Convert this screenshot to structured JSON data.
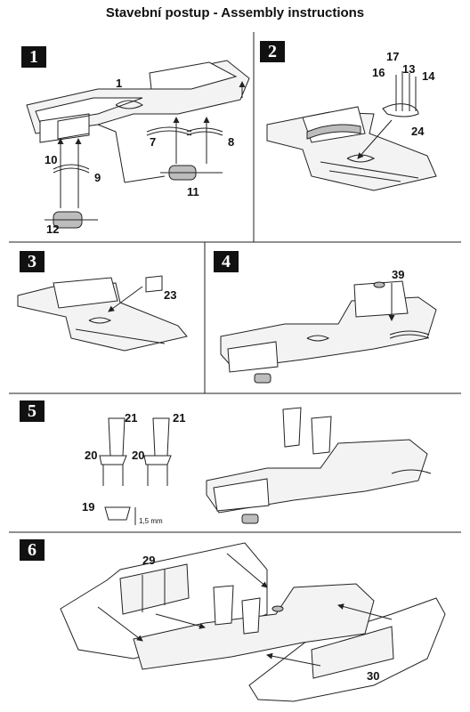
{
  "header": {
    "title": "Stavební postup - Assembly instructions"
  },
  "steps": [
    {
      "badge": "1",
      "callouts": [
        "1",
        "7",
        "8",
        "9",
        "10",
        "11",
        "12"
      ]
    },
    {
      "badge": "2",
      "callouts": [
        "17",
        "16",
        "13",
        "14",
        "24"
      ]
    },
    {
      "badge": "3",
      "callouts": [
        "23"
      ]
    },
    {
      "badge": "4",
      "callouts": [
        "39"
      ]
    },
    {
      "badge": "5",
      "callouts": [
        "21",
        "21",
        "20",
        "20",
        "19"
      ],
      "dimension": "1,5 mm"
    },
    {
      "badge": "6",
      "callouts": [
        "29",
        "30"
      ]
    }
  ],
  "colors": {
    "ink": "#111111",
    "badge_bg": "#111111",
    "badge_fg": "#ffffff",
    "part_fill": "#f3f3f3"
  }
}
